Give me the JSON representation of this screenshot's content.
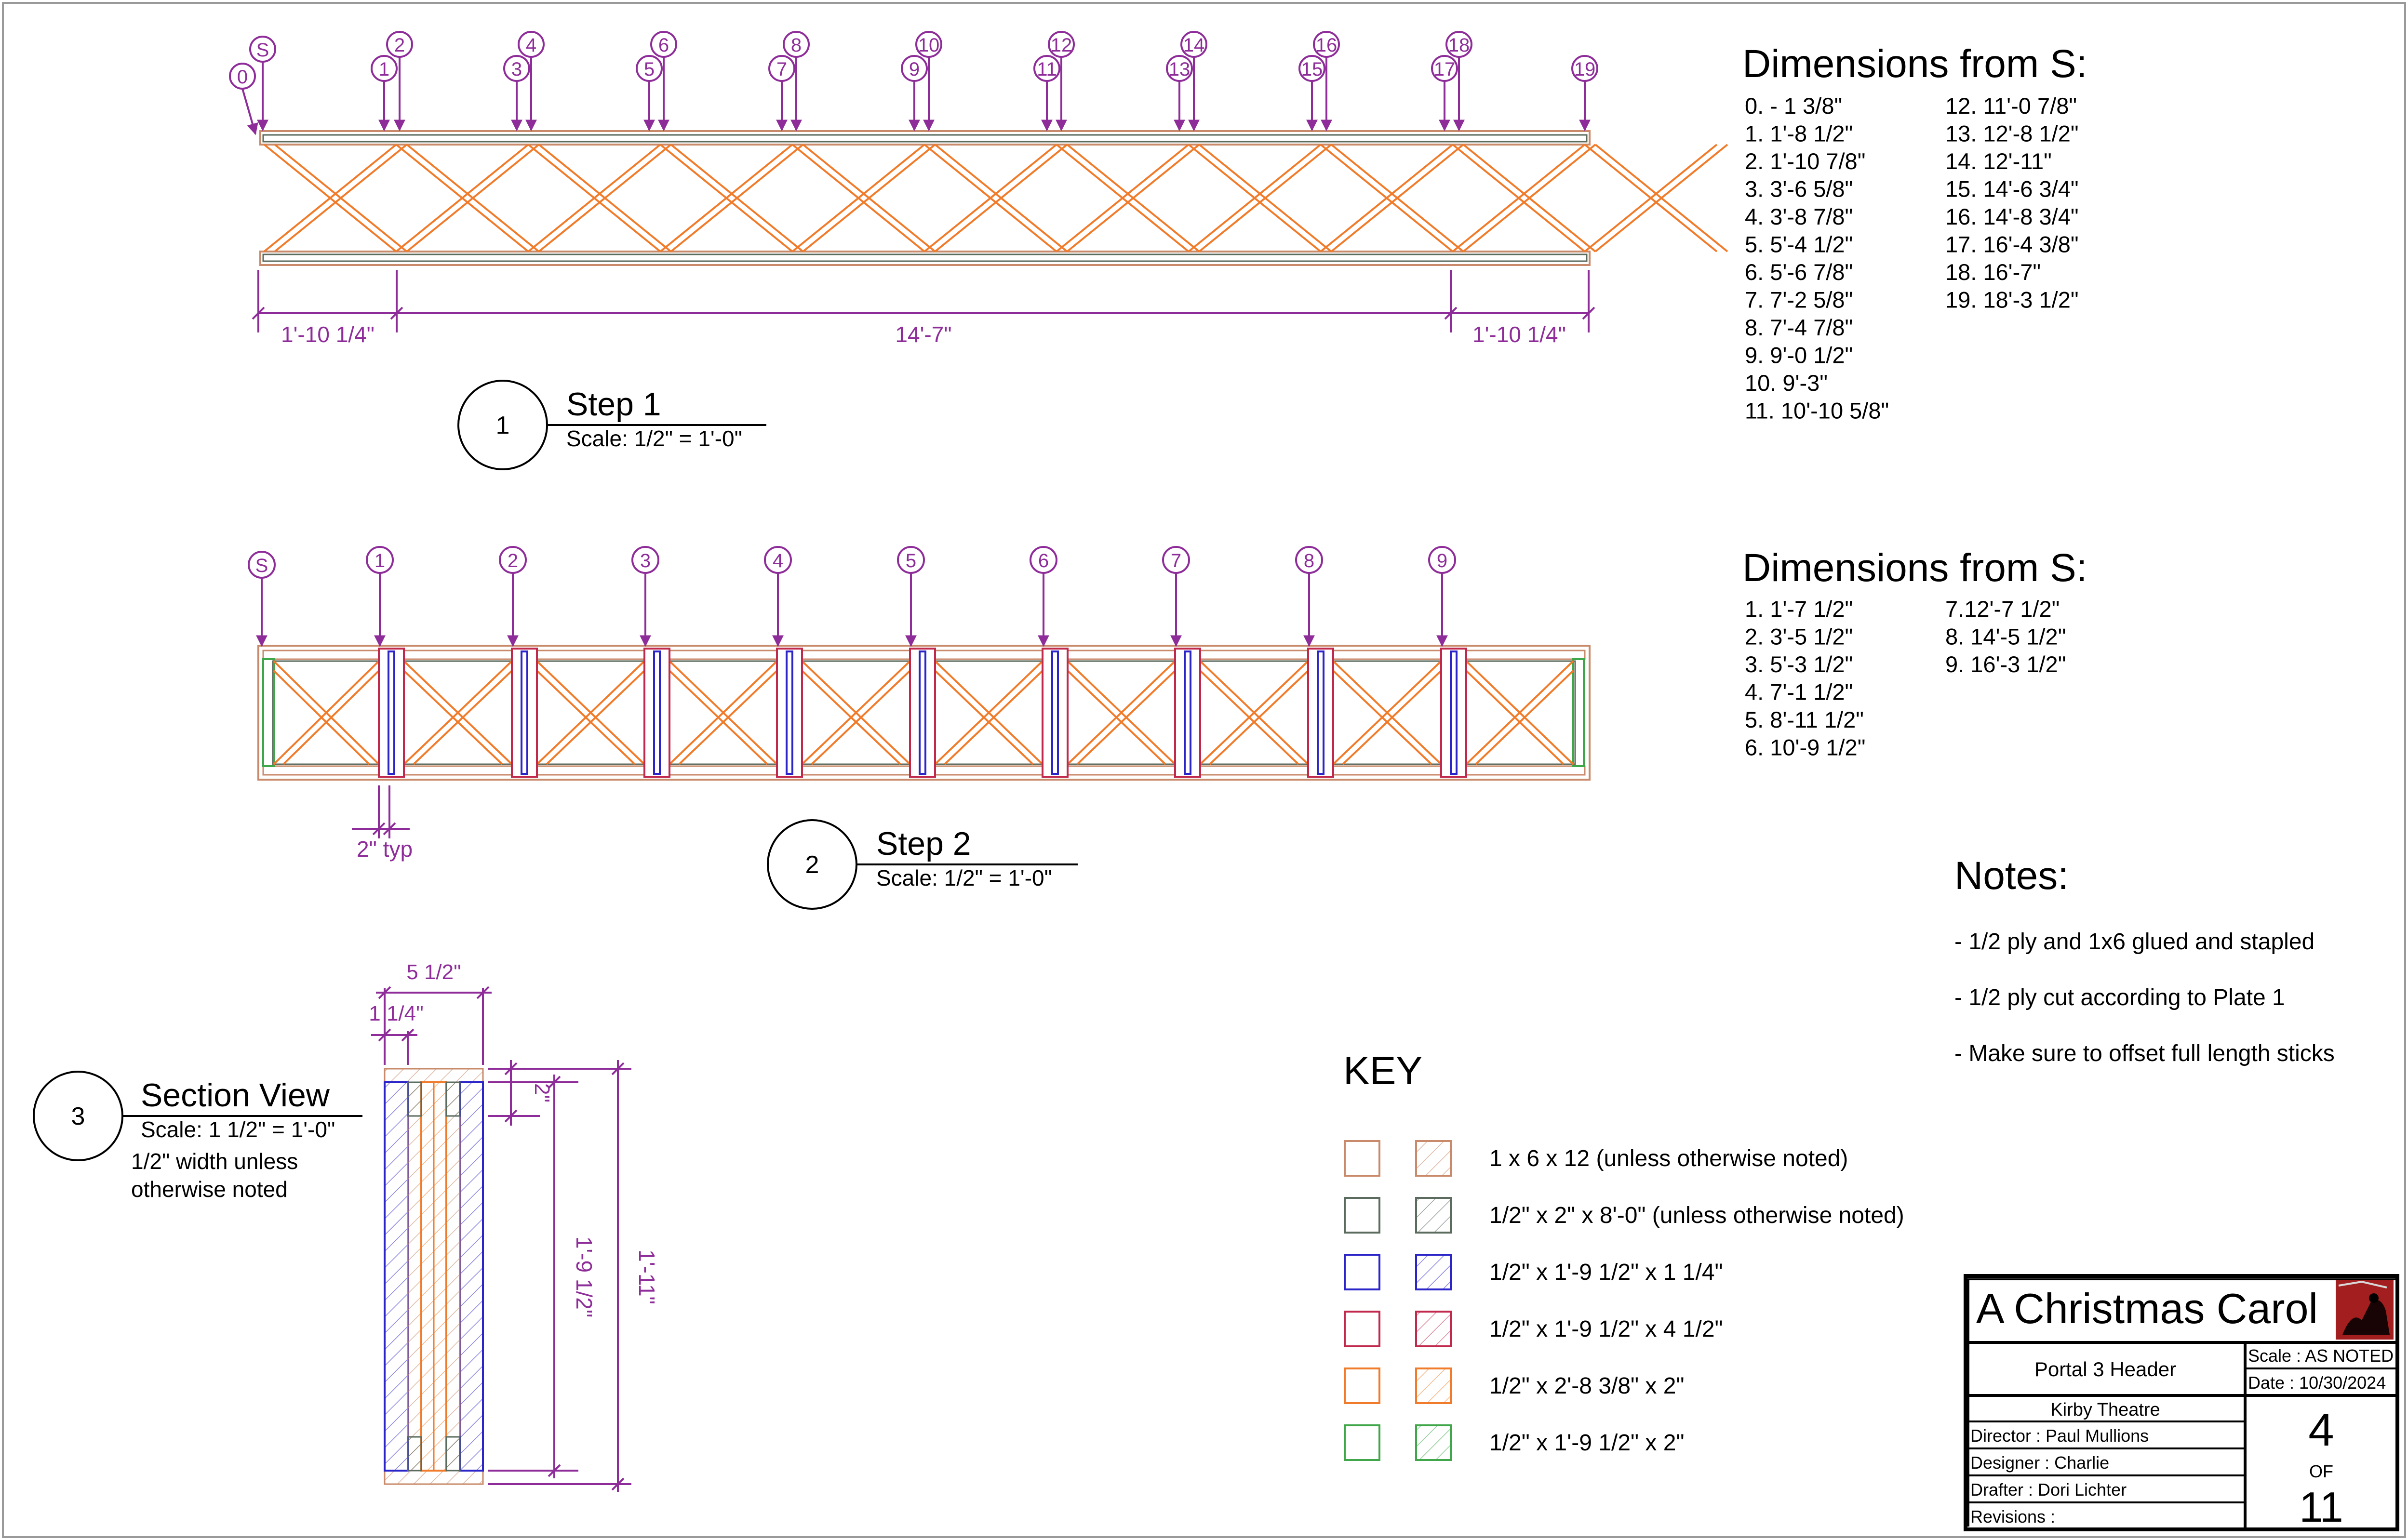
{
  "colors": {
    "dimension": "#8e2d99",
    "ply_1x6": "#c88a6a",
    "stick_1x2": "#5b6b5e",
    "blue": "#2b24c8",
    "red": "#c0284c",
    "orange": "#f07b2a",
    "green": "#3fa64a"
  },
  "step1": {
    "title": "Step 1",
    "scale": "Scale: 1/2\" = 1'-0\"",
    "number": "1",
    "markers": [
      "S",
      "0",
      "1",
      "2",
      "3",
      "4",
      "5",
      "6",
      "7",
      "8",
      "9",
      "10",
      "11",
      "12",
      "13",
      "14",
      "15",
      "16",
      "17",
      "18",
      "19"
    ],
    "dims": [
      "1'-10 1/4\"",
      "14'-7\"",
      "1'-10 1/4\""
    ]
  },
  "step1_dimensions": {
    "heading": "Dimensions from S:",
    "col1": [
      "0. - 1 3/8\"",
      "1. 1'-8 1/2\"",
      "2. 1'-10 7/8\"",
      "3. 3'-6 5/8\"",
      "4. 3'-8 7/8\"",
      "5. 5'-4 1/2\"",
      "6. 5'-6 7/8\"",
      "7. 7'-2 5/8\"",
      "8. 7'-4 7/8\"",
      "9. 9'-0 1/2\"",
      "10. 9'-3\"",
      "11. 10'-10 5/8\""
    ],
    "col2": [
      "12. 11'-0 7/8\"",
      "13. 12'-8 1/2\"",
      "14. 12'-11\"",
      "15. 14'-6 3/4\"",
      "16. 14'-8 3/4\"",
      "17. 16'-4 3/8\"",
      "18. 16'-7\"",
      "19. 18'-3 1/2\""
    ]
  },
  "step2": {
    "title": "Step 2",
    "scale": "Scale: 1/2\" = 1'-0\"",
    "number": "2",
    "markers": [
      "S",
      "1",
      "2",
      "3",
      "4",
      "5",
      "6",
      "7",
      "8",
      "9"
    ],
    "typ_dim": "2\" typ"
  },
  "step2_dimensions": {
    "heading": "Dimensions from S:",
    "col1": [
      "1. 1'-7 1/2\"",
      "2. 3'-5 1/2\"",
      "3. 5'-3 1/2\"",
      "4. 7'-1 1/2\"",
      "5. 8'-11 1/2\"",
      "6. 10'-9 1/2\""
    ],
    "col2": [
      "7.12'-7 1/2\"",
      "8. 14'-5 1/2\"",
      "9. 16'-3 1/2\""
    ]
  },
  "section": {
    "title": "Section View",
    "scale": "Scale: 1 1/2\" = 1'-0\"",
    "number": "3",
    "note_line1": "1/2\" width unless",
    "note_line2": "otherwise noted",
    "dim_width": "5 1/2\"",
    "dim_side": "1 1/4\"",
    "dim_top": "2\"",
    "dim_inner_height": "1'-9 1/2\"",
    "dim_total_height": "1'-11\""
  },
  "notes": {
    "heading": "Notes:",
    "items": [
      "- 1/2 ply and 1x6 glued and stapled",
      "- 1/2 ply cut according to Plate 1",
      "- Make sure to offset full length sticks"
    ]
  },
  "key": {
    "heading": "KEY",
    "items": [
      {
        "label": "1 x 6 x 12 (unless otherwise noted)",
        "color": "#c88a6a"
      },
      {
        "label": "1/2\" x 2\" x 8'-0\" (unless otherwise noted)",
        "color": "#5b6b5e"
      },
      {
        "label": "1/2\" x 1'-9 1/2\" x 1 1/4\"",
        "color": "#2b24c8"
      },
      {
        "label": "1/2\" x 1'-9 1/2\" x 4 1/2\"",
        "color": "#c0284c"
      },
      {
        "label": "1/2\" x 2'-8 3/8\" x 2\"",
        "color": "#f07b2a"
      },
      {
        "label": "1/2\" x 1'-9 1/2\" x 2\"",
        "color": "#3fa64a"
      }
    ]
  },
  "title_block": {
    "show": "A Christmas Carol",
    "drawing_title": "Portal 3 Header",
    "scale": "Scale : AS NOTED",
    "date": "Date : 10/30/2024",
    "venue": "Kirby Theatre",
    "director": "Director : Paul Mullions",
    "designer": "Designer : Charlie",
    "drafter": "Drafter : Dori Lichter",
    "revisions": "Revisions :",
    "sheet": "4",
    "of_label": "OF",
    "total": "11"
  }
}
